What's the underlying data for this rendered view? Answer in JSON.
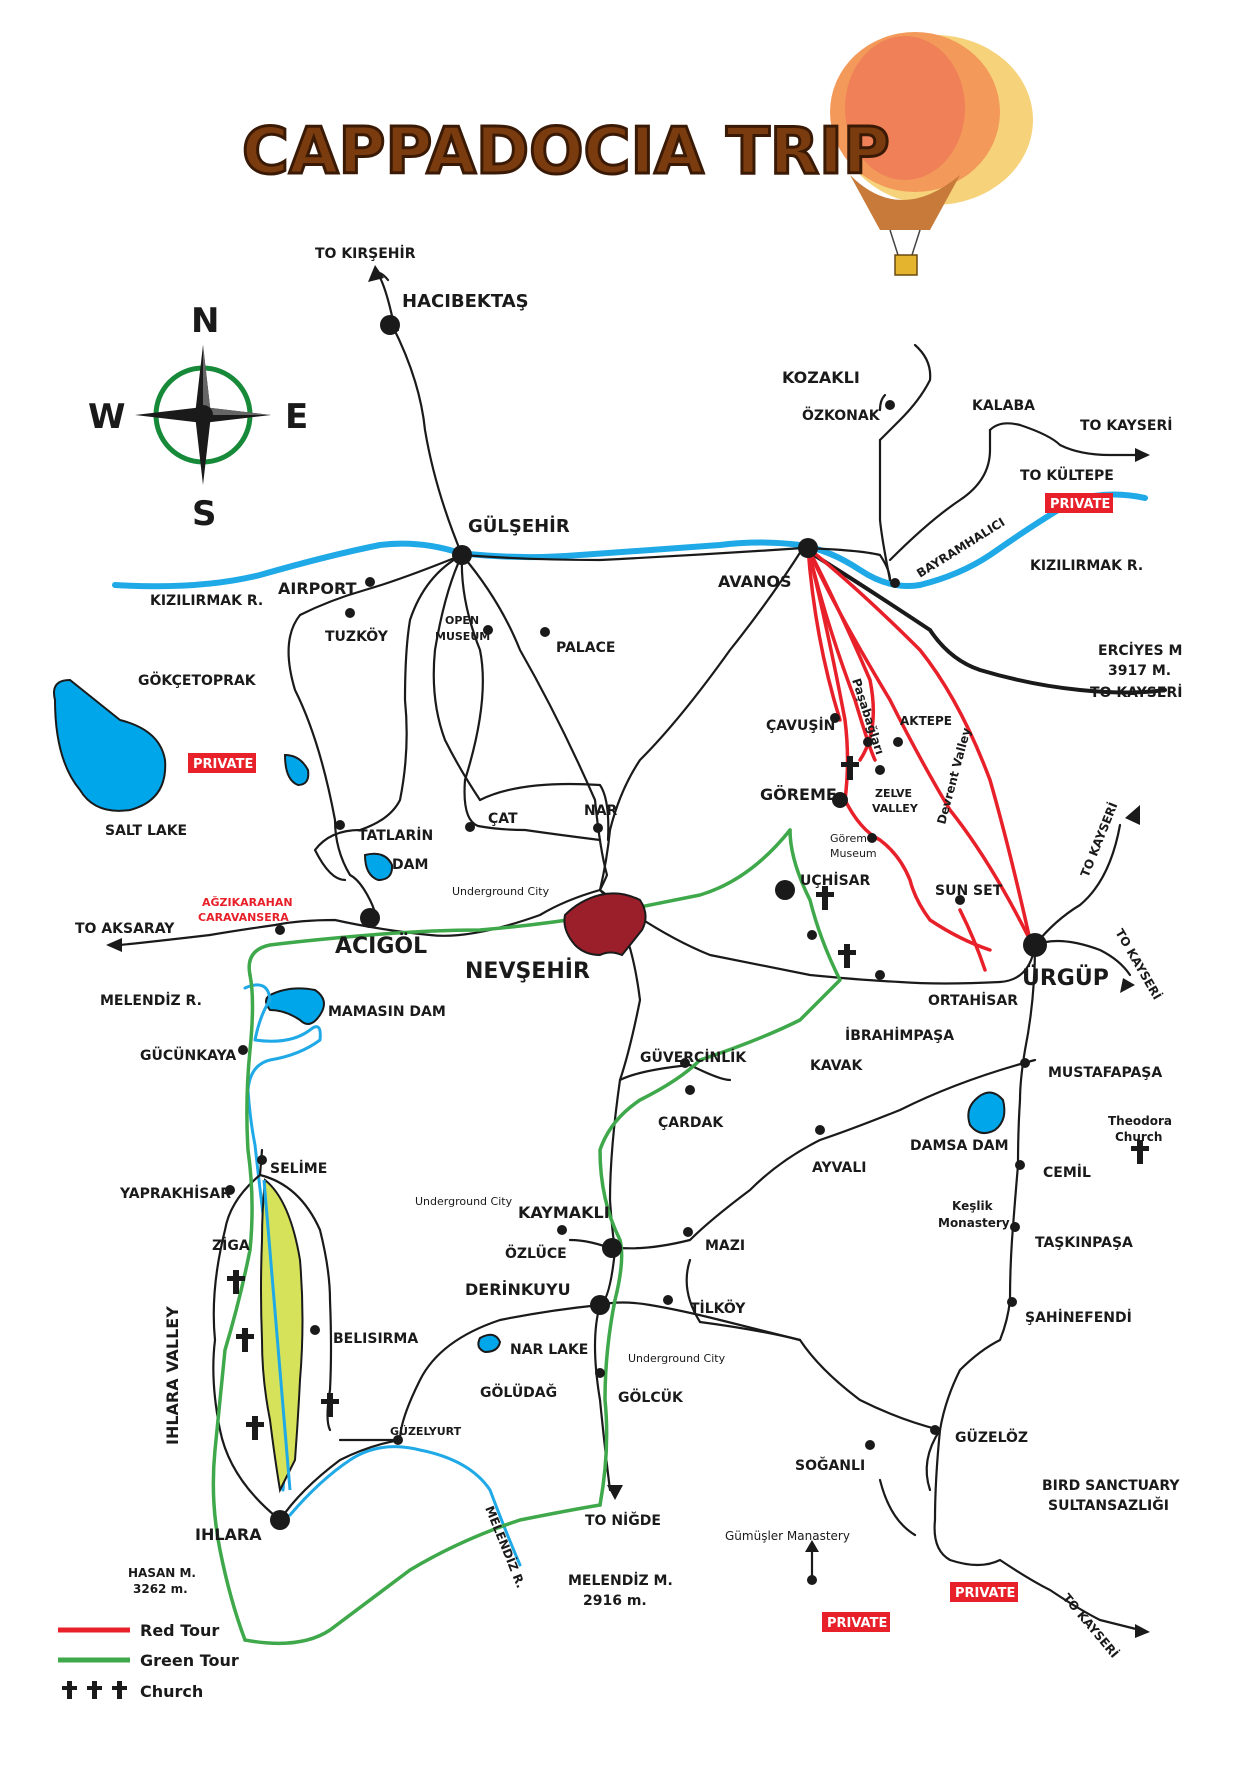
{
  "title": "CAPPADOCIA TRIP",
  "compass": {
    "north": "N",
    "south": "S",
    "east": "E",
    "west": "W"
  },
  "places": {
    "hacibektas": "HACIBEKTAŞ",
    "to_kirsehir": "TO KIRŞEHİR",
    "kozakli": "KOZAKLI",
    "ozkonak": "ÖZKONAK",
    "kalaba": "KALABA",
    "to_kayseri_1": "TO KAYSERİ",
    "to_kultepe": "TO KÜLTEPE",
    "gulsehir": "GÜLŞEHİR",
    "bayramhalici": "BAYRAMHALICI",
    "kizilirmak_east": "KIZILIRMAK R.",
    "kizilirmak_west": "KIZILIRMAK R.",
    "airport": "AIRPORT",
    "tuzkoy": "TUZKÖY",
    "open_museum_1": "OPEN",
    "open_museum_2": "MUSEUM",
    "palace": "PALACE",
    "avanos": "AVANOS",
    "erciyes_1": "ERCİYES M",
    "erciyes_2": "3917 M.",
    "to_kayseri_2": "TO KAYSERİ",
    "gokcetoprak": "GÖKÇETOPRAK",
    "salt_lake": "SALT LAKE",
    "cavusin": "ÇAVUŞİN",
    "pasabaglari": "Paşabağları",
    "aktepe": "AKTEPE",
    "devrent": "Devrent Valley",
    "goreme": "GÖREME",
    "zelve_1": "ZELVE",
    "zelve_2": "VALLEY",
    "goreme_museum_1": "Göreme",
    "goreme_museum_2": "Museum",
    "tatlarin": "TATLARİN",
    "dam": "DAM",
    "cat": "ÇAT",
    "nar": "NAR",
    "underground_city_1": "Underground City",
    "uchisar": "UÇHİSAR",
    "sun_set": "SUN SET",
    "to_kayseri_3": "TO KAYSERİ",
    "to_kayseri_4": "TO KAYSERİ",
    "agzikarahan_1": "AĞZIKARAHAN",
    "agzikarahan_2": "CARAVANSERA",
    "to_aksaray": "TO AKSARAY",
    "acigol": "ACIGÖL",
    "nevsehir": "NEVŞEHİR",
    "urgup": "ÜRGÜP",
    "melendiz_r": "MELENDİZ R.",
    "mamasin_dam": "MAMASIN DAM",
    "ortahisar": "ORTAHİSAR",
    "ibrahimpasa": "İBRAHİMPAŞA",
    "kavak": "KAVAK",
    "gucunkaya": "GÜCÜNKAYA",
    "guvercinlik": "GÜVERCİNLİK",
    "cardak": "ÇARDAK",
    "mustafapasa": "MUSTAFAPAŞA",
    "theodora_1": "Theodora",
    "theodora_2": "Church",
    "damsa_dam": "DAMSA DAM",
    "ayvali": "AYVALI",
    "selime": "SELİME",
    "yaprakhisar": "YAPRAKHİSAR",
    "underground_city_2": "Underground City",
    "kaymakli": "KAYMAKLI",
    "cemil": "CEMİL",
    "keslik_1": "Keşlik",
    "keslik_2": "Monastery",
    "ziga": "ZİGA",
    "ozluce": "ÖZLÜCE",
    "mazi": "MAZI",
    "taskinpasa": "TAŞKINPAŞA",
    "derinkuyu": "DERİNKUYU",
    "tilkoy": "TİLKÖY",
    "sahinefendi": "ŞAHİNEFENDİ",
    "ihlara_valley": "IHLARA VALLEY",
    "belisirma": "BELISIRMA",
    "nar_lake": "NAR LAKE",
    "underground_city_3": "Underground City",
    "goludag": "GÖLÜDAĞ",
    "golcuk": "GÖLCÜK",
    "guzelyurt": "GÜZELYURT",
    "guzeloz": "GÜZELÖZ",
    "soganli": "SOĞANLI",
    "bird_1": "BIRD SANCTUARY",
    "bird_2": "SULTANSAZLIĞI",
    "ihlara": "IHLARA",
    "to_nigde": "TO NİĞDE",
    "gumusler": "Gümüşler Manastery",
    "melendiz_r2": "MELENDİZ R.",
    "hasan_1": "HASAN M.",
    "hasan_2": "3262 m.",
    "melendiz_m_1": "MELENDİZ M.",
    "melendiz_m_2": "2916 m.",
    "to_kayseri_5": "TO KAYSERİ"
  },
  "badges": {
    "private_label": "PRIVATE"
  },
  "legend": {
    "red_tour": "Red Tour",
    "green_tour": "Green Tour",
    "church": "Church"
  },
  "colors": {
    "red_tour": "#e8202a",
    "green_tour": "#3ea84a",
    "river": "#1fa9e6",
    "lake": "#00a6ea",
    "title": "#7a3c0e"
  }
}
